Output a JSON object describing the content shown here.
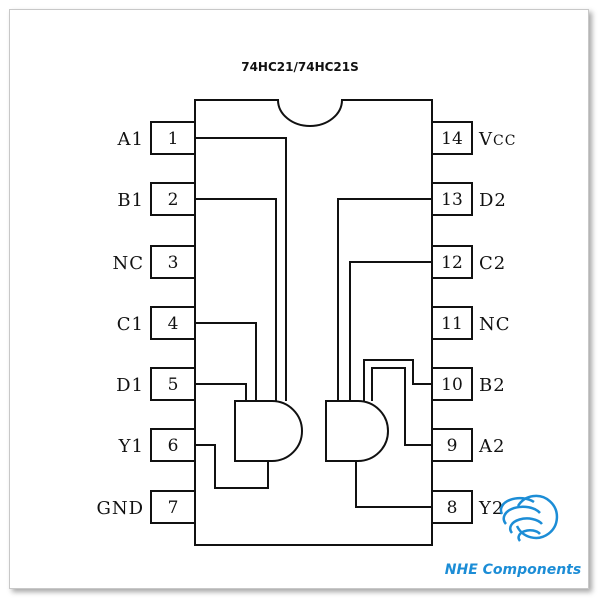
{
  "title": "74HC21/74HC21S",
  "pins": [
    {
      "number": "1",
      "label": "A1"
    },
    {
      "number": "2",
      "label": "B1"
    },
    {
      "number": "3",
      "label": "NC"
    },
    {
      "number": "4",
      "label": "C1"
    },
    {
      "number": "5",
      "label": "D1"
    },
    {
      "number": "6",
      "label": "Y1"
    },
    {
      "number": "7",
      "label": "GND"
    },
    {
      "number": "8",
      "label": "Y2"
    },
    {
      "number": "9",
      "label": "A2"
    },
    {
      "number": "10",
      "label": "B2"
    },
    {
      "number": "11",
      "label": "NC"
    },
    {
      "number": "12",
      "label": "C2"
    },
    {
      "number": "13",
      "label": "D2"
    },
    {
      "number": "14",
      "label": "V",
      "label_sub": "CC"
    }
  ],
  "logo": {
    "text": "NHE Components",
    "color": "#1c8dd6",
    "icon": "nhe-logo-icon"
  }
}
